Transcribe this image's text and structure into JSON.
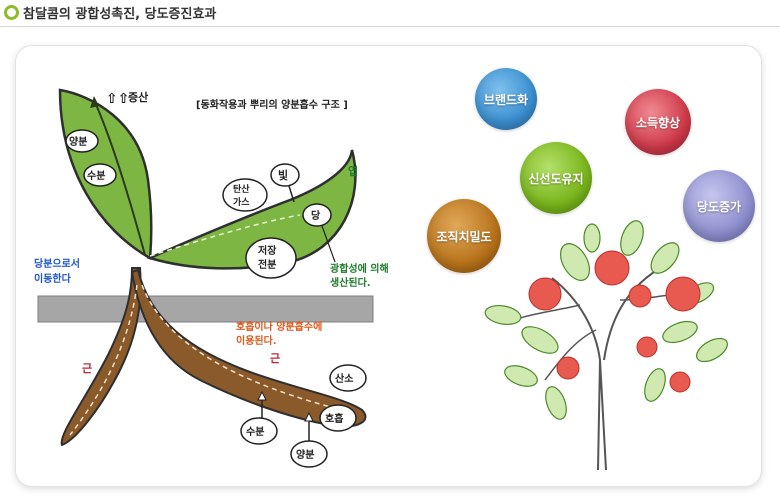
{
  "header": {
    "title": "참달콤의 광합성촉진, 당도증진효과"
  },
  "diagram": {
    "caption": "[동화작용과 뿌리의 양분흡수 구조 ]",
    "increase": "증산",
    "yangbun": "양분",
    "subun": "수분",
    "bit": "빛",
    "tansan1": "탄산",
    "tansan2": "가스",
    "dang": "당",
    "leaf": "엽",
    "jeojang1": "저장",
    "jeojang2": "전분",
    "photo1": "광합성에 의해",
    "photo2": "생산된다.",
    "move1": "당분으로서",
    "move2": "이동한다",
    "respire1": "호흡이나 양분흡수에",
    "respire2": "이용된다.",
    "root_left": "근",
    "root_mid": "근",
    "sanso": "산소",
    "hoheup": "호흡",
    "root_subun": "수분",
    "root_yangbun": "양분"
  },
  "bubbles": [
    {
      "label": "브랜드화",
      "color": "#3b8fd0"
    },
    {
      "label": "소득향상",
      "color": "#cf3a4a"
    },
    {
      "label": "신선도유지",
      "color": "#79b51c"
    },
    {
      "label": "당도증가",
      "color": "#8f8fcf"
    },
    {
      "label": "조직치밀도",
      "color": "#b8731a"
    }
  ]
}
